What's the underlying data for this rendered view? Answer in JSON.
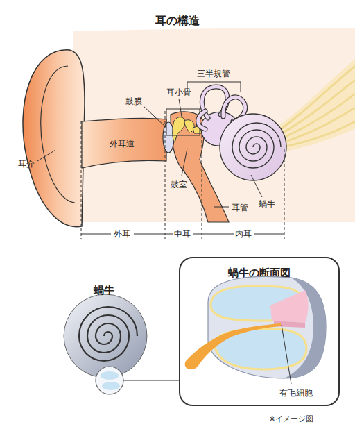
{
  "diagram": {
    "title": "耳の構造",
    "nodes": [
      {
        "text": [
          "蝸牛の断面図"
        ]
      }
    ],
    "labels": [
      "三半規管",
      "耳小骨",
      "鼓膜",
      "外耳道",
      "耳介",
      "鼓室",
      "耳管",
      "蝸牛",
      "外耳",
      "中耳",
      "内耳",
      "蝸牛",
      "有毛細胞",
      "※イメージ図"
    ]
  }
}
